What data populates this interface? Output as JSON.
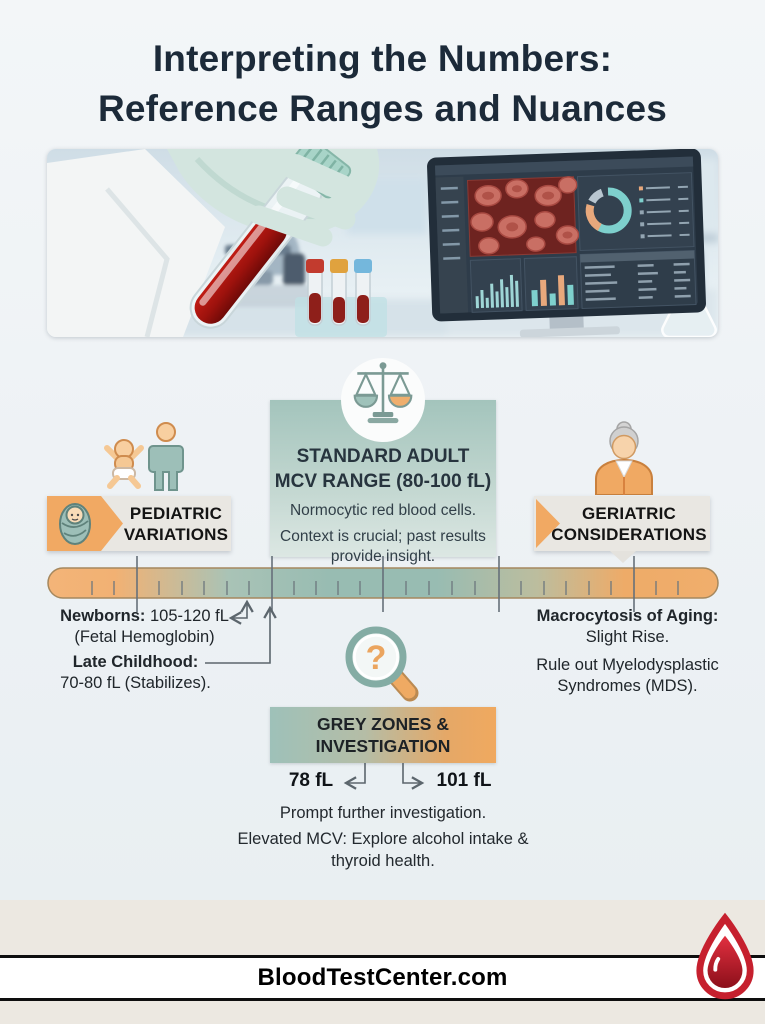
{
  "title": {
    "line1": "Interpreting the Numbers:",
    "line2": "Reference Ranges and Nuances"
  },
  "adult_card": {
    "heading_line1": "STANDARD ADULT",
    "heading_line2": "MCV RANGE (80-100 fL)",
    "body1": "Normocytic red blood cells.",
    "body2": "Context is crucial; past results provide insight."
  },
  "pediatric": {
    "label": "PEDIATRIC VARIATIONS",
    "newborns_label": "Newborns:",
    "newborns_value": " 105-120 fL",
    "newborns_sub": "(Fetal Hemoglobin)",
    "late_label": "Late Childhood:",
    "late_value": "70-80 fL (Stabilizes)."
  },
  "geriatric": {
    "label": "GERIATRIC CONSIDERATIONS",
    "macro_label": "Macrocytosis of Aging:",
    "macro_value": "Slight Rise.",
    "macro_note": "Rule out Myelodysplastic Syndromes (MDS)."
  },
  "grey_zone": {
    "label": "GREY ZONES & INVESTIGATION",
    "low": "78 fL",
    "high": "101 fL",
    "note1": "Prompt further investigation.",
    "note2": "Elevated MCV: Explore alcohol intake & thyroid health."
  },
  "magnifier": {
    "glyph": "?"
  },
  "footer": {
    "site": "BloodTestCenter.com"
  },
  "colors": {
    "accent_orange": "#F0A95F",
    "accent_teal": "#9DBFB5",
    "title_navy": "#1C2A39",
    "blood_red": "#C6202E",
    "footer_beige": "#ECE8E1"
  }
}
